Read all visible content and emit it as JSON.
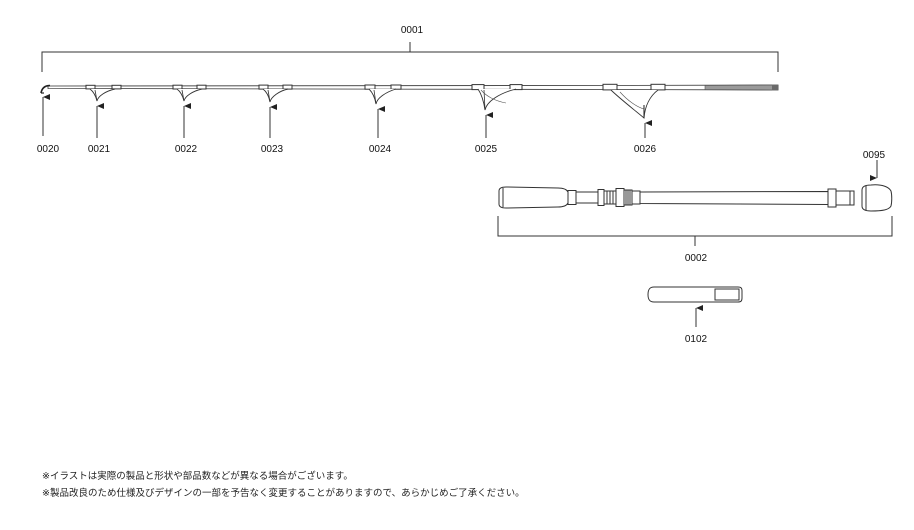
{
  "parts": {
    "rod_tip_section": "0001",
    "tip_top": "0020",
    "guide_1": "0021",
    "guide_2": "0022",
    "guide_3": "0023",
    "guide_4": "0024",
    "guide_5": "0025",
    "guide_6": "0026",
    "butt_grip": "0002",
    "butt_cap": "0095",
    "rod_band": "0102"
  },
  "notes": [
    "※イラストは実際の製品と形状や部品数などが異なる場合がございます。",
    "※製品改良のため仕様及びデザインの一部を予告なく変更することがありますので、あらかじめご了承ください。"
  ]
}
